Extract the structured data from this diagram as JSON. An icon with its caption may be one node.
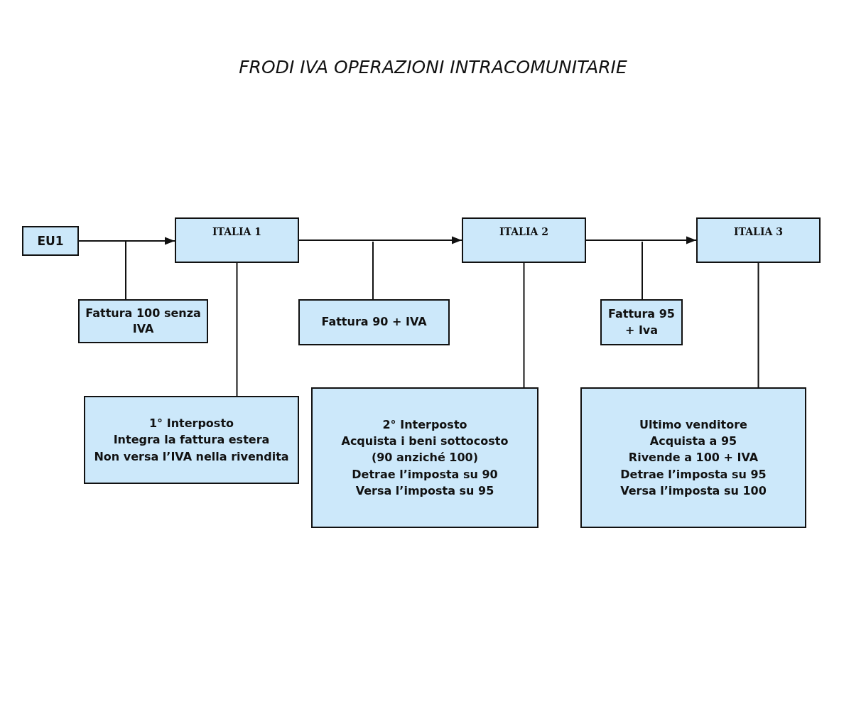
{
  "diagram": {
    "title": "FRODI IVA OPERAZIONI INTRACOMUNITARIE",
    "nodes": [
      {
        "text": [
          "EU1"
        ]
      },
      {
        "text": [
          "ITALIA 1"
        ]
      },
      {
        "text": [
          "Fattura 100 senza IVA"
        ]
      },
      {
        "text": [
          "1° Interposto",
          "Integra la fattura estera",
          "Non versa l’IVA nella rivendita"
        ]
      },
      {
        "text": [
          "ITALIA 2"
        ]
      },
      {
        "text": [
          "Fattura 90 + IVA"
        ]
      },
      {
        "text": [
          "2° Interposto",
          "Acquista i beni sottocosto",
          "(90 anziché 100)",
          "Detrae l’imposta su 90",
          "Versa l’imposta su 95"
        ]
      },
      {
        "text": [
          "ITALIA 3"
        ]
      },
      {
        "text": [
          "Fattura 95 + Iva"
        ]
      },
      {
        "text": [
          "Ultimo venditore",
          "Acquista a 95",
          "Rivende a 100 + IVA",
          "Detrae l’imposta su 95",
          "Versa l’imposta su 100"
        ]
      }
    ],
    "edges": [
      {
        "from": 0,
        "to": 1,
        "arrow": "to"
      },
      {
        "from": 2,
        "to": null,
        "arrow": "none"
      },
      {
        "from": 1,
        "to": 3,
        "arrow": "none"
      },
      {
        "from": 1,
        "to": 4,
        "arrow": "to"
      },
      {
        "from": 5,
        "to": null,
        "arrow": "none"
      },
      {
        "from": 4,
        "to": 6,
        "arrow": "none"
      },
      {
        "from": 4,
        "to": 7,
        "arrow": "to"
      },
      {
        "from": 8,
        "to": null,
        "arrow": "none"
      },
      {
        "from": 7,
        "to": 9,
        "arrow": "none"
      }
    ]
  }
}
